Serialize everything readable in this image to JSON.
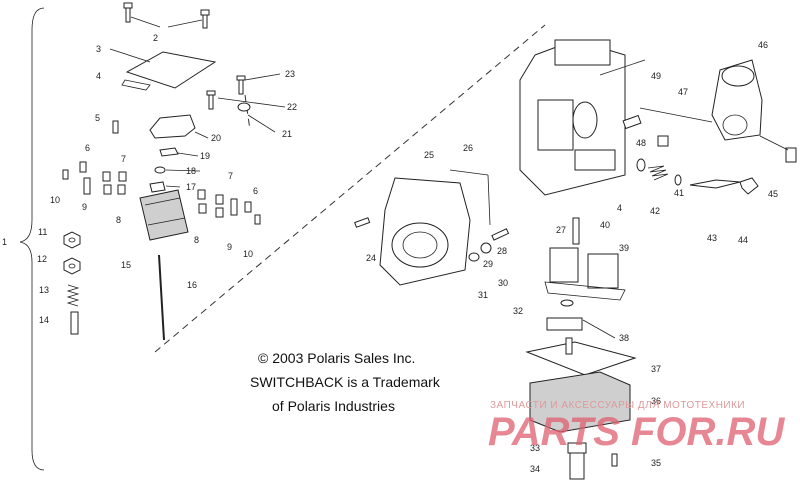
{
  "callouts": [
    {
      "id": "c1",
      "label": "1"
    },
    {
      "id": "c2",
      "label": "2"
    },
    {
      "id": "c3",
      "label": "3"
    },
    {
      "id": "c4",
      "label": "4"
    },
    {
      "id": "c5",
      "label": "5"
    },
    {
      "id": "c6a",
      "label": "6"
    },
    {
      "id": "c6b",
      "label": "6"
    },
    {
      "id": "c7a",
      "label": "7"
    },
    {
      "id": "c7b",
      "label": "7"
    },
    {
      "id": "c8a",
      "label": "8"
    },
    {
      "id": "c8b",
      "label": "8"
    },
    {
      "id": "c9a",
      "label": "9"
    },
    {
      "id": "c9b",
      "label": "9"
    },
    {
      "id": "c10a",
      "label": "10"
    },
    {
      "id": "c10b",
      "label": "10"
    },
    {
      "id": "c11",
      "label": "11"
    },
    {
      "id": "c12",
      "label": "12"
    },
    {
      "id": "c13",
      "label": "13"
    },
    {
      "id": "c14",
      "label": "14"
    },
    {
      "id": "c15",
      "label": "15"
    },
    {
      "id": "c16",
      "label": "16"
    },
    {
      "id": "c17",
      "label": "17"
    },
    {
      "id": "c18",
      "label": "18"
    },
    {
      "id": "c19",
      "label": "19"
    },
    {
      "id": "c20",
      "label": "20"
    },
    {
      "id": "c21",
      "label": "21"
    },
    {
      "id": "c22",
      "label": "22"
    },
    {
      "id": "c23",
      "label": "23"
    },
    {
      "id": "c24",
      "label": "24"
    },
    {
      "id": "c25",
      "label": "25"
    },
    {
      "id": "c26",
      "label": "26"
    },
    {
      "id": "c27",
      "label": "27"
    },
    {
      "id": "c28",
      "label": "28"
    },
    {
      "id": "c29",
      "label": "29"
    },
    {
      "id": "c30",
      "label": "30"
    },
    {
      "id": "c31",
      "label": "31"
    },
    {
      "id": "c32",
      "label": "32"
    },
    {
      "id": "c33",
      "label": "33"
    },
    {
      "id": "c34",
      "label": "34"
    },
    {
      "id": "c35",
      "label": "35"
    },
    {
      "id": "c36",
      "label": "36"
    },
    {
      "id": "c37",
      "label": "37"
    },
    {
      "id": "c38",
      "label": "38"
    },
    {
      "id": "c39",
      "label": "39"
    },
    {
      "id": "c40",
      "label": "40"
    },
    {
      "id": "c41",
      "label": "41"
    },
    {
      "id": "c42",
      "label": "42"
    },
    {
      "id": "c43",
      "label": "43"
    },
    {
      "id": "c44",
      "label": "44"
    },
    {
      "id": "c45",
      "label": "45"
    },
    {
      "id": "c46",
      "label": "46"
    },
    {
      "id": "c47",
      "label": "47"
    },
    {
      "id": "c48",
      "label": "48"
    },
    {
      "id": "c49",
      "label": "49"
    },
    {
      "id": "c4b",
      "label": "4"
    }
  ],
  "credits": {
    "copyright": "© 2003 Polaris Sales Inc.",
    "trademark_line1": "SWITCHBACK is a Trademark",
    "trademark_line2": "of Polaris Industries"
  },
  "watermark": {
    "tagline": "ЗАПЧАСТИ И АКСЕССУАРЫ ДЛЯ МОТОТЕХНИКИ",
    "site": "PARTS FOR.RU"
  }
}
